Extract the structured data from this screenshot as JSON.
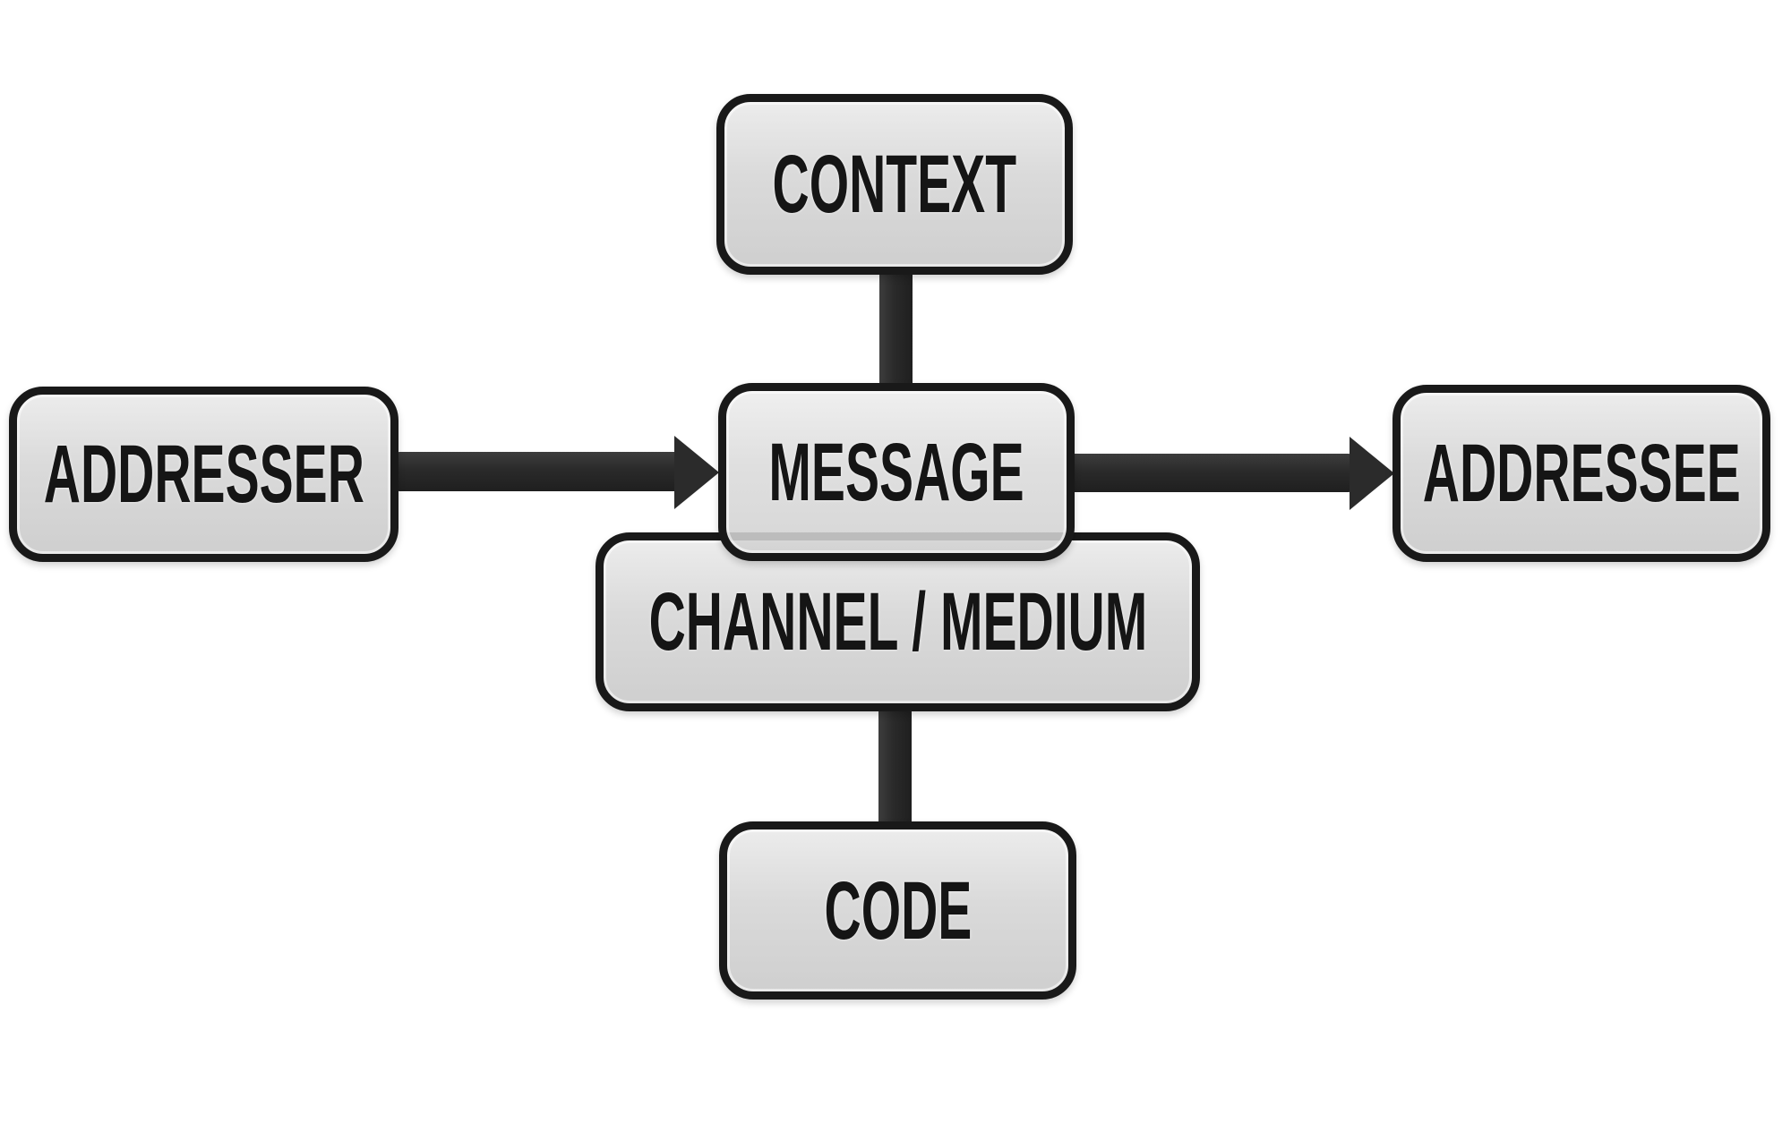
{
  "nodes": {
    "context": {
      "label": "CONTEXT"
    },
    "addresser": {
      "label": "ADDRESSER"
    },
    "message": {
      "label": "MESSAGE"
    },
    "addressee": {
      "label": "ADDRESSEE"
    },
    "channel": {
      "label": "CHANNEL / MEDIUM"
    },
    "code": {
      "label": "CODE"
    }
  },
  "connectors": [
    {
      "from": "context",
      "to": "message",
      "style": "line"
    },
    {
      "from": "addresser",
      "to": "message",
      "style": "arrow"
    },
    {
      "from": "message",
      "to": "addressee",
      "style": "arrow"
    },
    {
      "from": "channel",
      "to": "code",
      "style": "line"
    }
  ],
  "colors": {
    "background": "#ffffff",
    "box_fill": "#d9d9d9",
    "box_border": "#191919",
    "connector": "#2b2b2b",
    "text": "#151515"
  }
}
